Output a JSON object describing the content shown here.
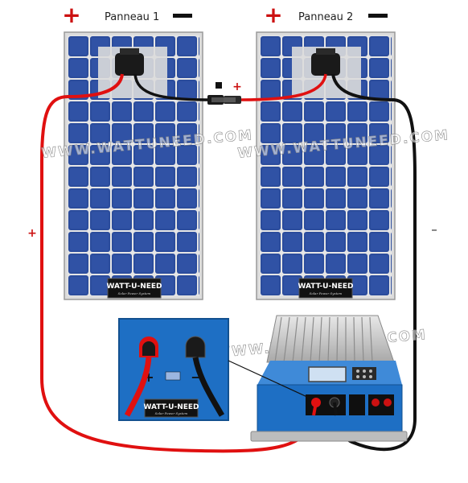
{
  "labels": {
    "panel1": "Panneau 1",
    "panel2": "Panneau 2",
    "plus_symbol": "+",
    "minus_symbol": "–",
    "series_plus": "+",
    "left_plus": "+",
    "right_minus": "–",
    "inset_plus": "+",
    "inset_minus": "−"
  },
  "branding": {
    "badge_text": "WATT-U-NEED",
    "badge_sub": "Solar Power System",
    "watermark": "WWW.WATTUNEED.COM"
  },
  "colors": {
    "panel_cell": "#2a4a9a",
    "panel_frame": "#d8d8d8",
    "wire_positive": "#e01010",
    "wire_negative": "#111111",
    "regulator_body": "#1e6fc4",
    "sign_red": "#cc1111"
  }
}
